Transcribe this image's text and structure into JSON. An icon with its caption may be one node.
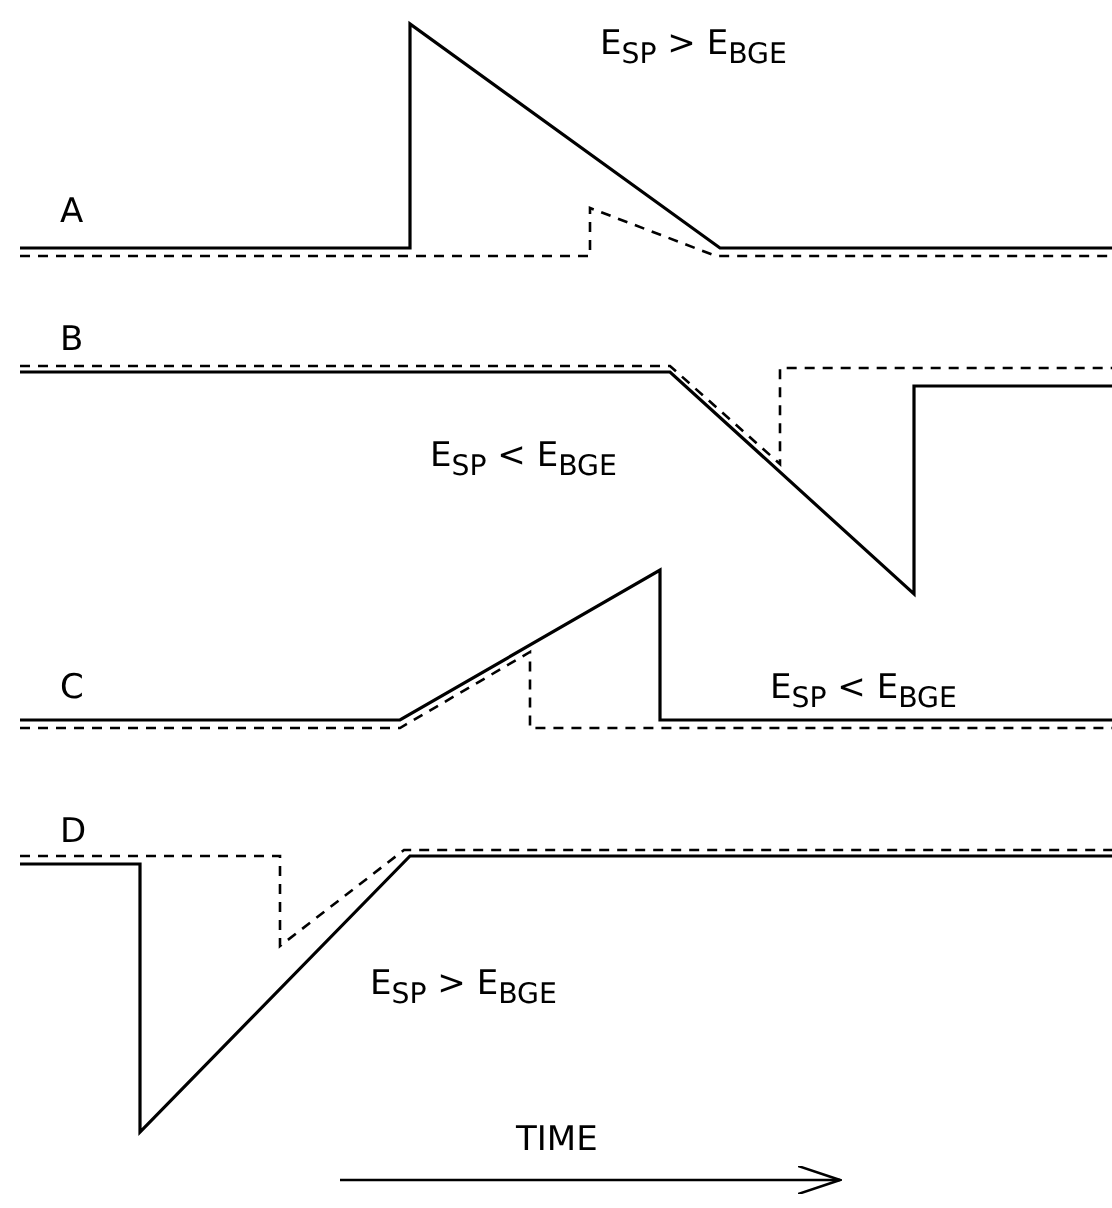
{
  "diagram": {
    "labels": [
      "A",
      "E$_{SP}$ > E$_{BGE}$",
      "B",
      "E$_{SP}$ < E$_{BGE}$",
      "C",
      "E$_{SP}$ < E$_{BGE}$",
      "D",
      "E$_{SP}$ > E$_{BGE}$",
      "TIME"
    ]
  }
}
